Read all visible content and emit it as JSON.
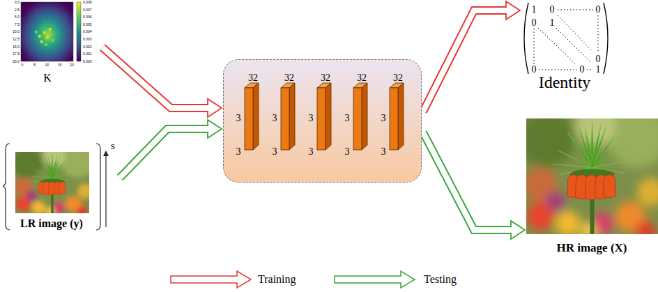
{
  "diagram": {
    "nodes": [
      {
        "text": [
          "K"
        ]
      },
      {
        "text": [
          "LR image (y)"
        ]
      },
      {
        "text": []
      },
      {
        "text": [
          "32",
          "3",
          "3"
        ],
        "in": 2
      },
      {
        "text": [
          "32",
          "3",
          "3"
        ],
        "in": 2
      },
      {
        "text": [
          "32",
          "3",
          "3"
        ],
        "in": 2
      },
      {
        "text": [
          "32",
          "3",
          "3"
        ],
        "in": 2
      },
      {
        "text": [
          "32",
          "3",
          "3"
        ],
        "in": 2
      },
      {
        "text": [
          "Identity"
        ]
      },
      {
        "text": [
          "HR image (X)"
        ]
      }
    ],
    "edges": [
      {
        "from": 0,
        "to": 2,
        "arrow": "to"
      },
      {
        "from": 1,
        "to": 2,
        "arrow": "to"
      },
      {
        "from": 2,
        "to": 8,
        "arrow": "to"
      },
      {
        "from": 2,
        "to": 9,
        "arrow": "to"
      }
    ],
    "labels": [
      "0.0",
      "2.5",
      "5.0",
      "7.5",
      "10.0",
      "12.5",
      "15.0",
      "17.5",
      "20.0",
      "0",
      "5",
      "10",
      "15",
      "20",
      "0.008",
      "0.007",
      "0.006",
      "0.005",
      "0.004",
      "0.003",
      "0.002",
      "0.001",
      "0.000",
      "s",
      "1",
      "0",
      "0",
      "0",
      "1",
      "0",
      "0",
      "0",
      "1"
    ],
    "legend": [
      {
        "text": "Training"
      },
      {
        "text": "Testing"
      }
    ]
  }
}
